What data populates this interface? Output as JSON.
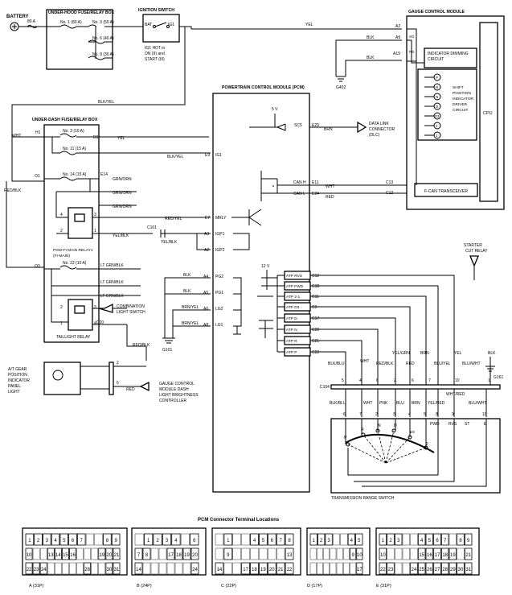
{
  "components": {
    "battery": "BATTERY",
    "under_hood_box": "UNDER-HOOD FUSE/RELAY BOX",
    "ignition_switch": "IGNITION SWITCH",
    "ig1_note": [
      "IG1 HOT in",
      "ON (II) and",
      "START (III)"
    ],
    "under_dash_box": "UNDER-DASH FUSE/RELAY BOX",
    "pcm": "POWERTRAIN CONTROL MODULE (PCM)",
    "gauge_module": "GAUGE CONTROL MODULE",
    "indicator_dimming": [
      "INDICATOR DIMMING",
      "CIRCUIT"
    ],
    "shift_indicator": [
      "SHIFT",
      "POSITION",
      "INDICATOR",
      "DRIVER",
      "CIRCUIT"
    ],
    "cpu": "CPU",
    "fcan": "F-CAN TRANSCEIVER",
    "dlc": [
      "DATA LINK",
      "CONNECTOR",
      "(DLC)"
    ],
    "pgm_fi_relay": [
      "PGM-FI MAIN RELAY1",
      "(FI-MAIN)"
    ],
    "combination_switch": [
      "COMBINATION",
      "LIGHT SWITCH"
    ],
    "taillight_relay": "TAILLIGHT RELAY",
    "starter_relay": [
      "STARTER",
      "CUT RELAY"
    ],
    "at_panel": [
      "A/T GEAR",
      "POSITION",
      "INDICATOR",
      "PANEL",
      "LIGHT"
    ],
    "gauge_dash": [
      "GAUGE CONTROL",
      "MODULE DASH",
      "LIGHT BRIGHTNESS",
      "CONTROLLER"
    ],
    "trs": "TRANSMISSION RANGE SWITCH",
    "bat_label": "BAT",
    "ig1_label": "IG1",
    "fuse_80": "80 A",
    "volt_5": "5 V",
    "volt_12": "12 V"
  },
  "fuses_hood": [
    "No. 1 (80 A)",
    "No. 3 (50 A)",
    "No. 6 (40 A)",
    "No. 9 (30 A)"
  ],
  "fuses_dash": [
    "No. 3 (10 A)",
    "No. 11 (15 A)",
    "No. 14 (15 A)",
    "No. 22 (10 A)"
  ],
  "grounds": [
    "G402",
    "G101",
    "G161"
  ],
  "connector": "C101",
  "connector_c104": "C104",
  "wires": {
    "yel": "YEL",
    "blk": "BLK",
    "blkyel": "BLK/YEL",
    "wht": "WHT",
    "redblk": "RED/BLK",
    "grnorn": "GRN/ORN",
    "redyel": "RED/YEL",
    "yelblk": "YEL/BLK",
    "ltgrnblk": "LT GRN/BLK",
    "brn": "BRN",
    "red": "RED",
    "brnyel": "BRN/YEL",
    "pnk": "PNK",
    "blu": "BLU",
    "yelred": "YEL/RED",
    "wht_red": "WHT/RED",
    "bluwht": "BLU/WHT",
    "blkblu": "BLK/BLU",
    "yelgrn": "YEL/GRN",
    "bluyel": "BLU/YEL"
  },
  "pcm_pins": {
    "sc5": "SC5",
    "e29": "E29",
    "ig1": "IG1",
    "e9": "E9",
    "canh": "CAN H",
    "e11": "E11",
    "canl": "CAN L",
    "e24": "E24",
    "mrly": "MRLY",
    "e7": "E7",
    "igp1": "IGP1",
    "a3": "A3",
    "igp2": "IGP2",
    "a2": "A2",
    "pg2": "PG2",
    "a4": "A4",
    "pg1": "PG1",
    "a5": "A5",
    "lg2": "LG2",
    "a6": "A6",
    "lg1": "LG1",
    "a8": "A8",
    "atprvs": "ATP RVS",
    "c12": "C12",
    "atpfwd": "ATP FWD",
    "c18": "C18",
    "atp21": "ATP 2-1",
    "c11": "C11",
    "atpd3": "ATP D3",
    "c9": "C9",
    "atpd": "ATP D",
    "c17": "C17",
    "atpn": "ATP N",
    "c20": "C20",
    "atpr": "ATP R",
    "c21": "C21",
    "atpp": "ATP P",
    "c22": "C22",
    "c13": "C13",
    "c12b": "C12"
  },
  "pins": {
    "a2": "A2",
    "a9": "A9",
    "a19": "A19",
    "sg": "SG",
    "pg": "PG",
    "h1": "H1",
    "o1": "O1",
    "o3": "O3",
    "e14": "E14",
    "d3": "D3",
    "d20": "D20"
  },
  "indicator_labels": [
    "P",
    "R",
    "N",
    "D",
    "D3",
    "2",
    "1"
  ],
  "trs_positions": [
    "P",
    "R",
    "N",
    "D",
    "D3",
    "2"
  ],
  "trs_top": [
    "PWD",
    "RVS",
    "ST",
    "E"
  ],
  "c104_top": [
    "5",
    "4",
    "6",
    "2",
    "6",
    "7",
    "10",
    "1"
  ],
  "c104_bot": [
    "6",
    "7",
    "2",
    "3",
    "4",
    "5",
    "8",
    "9",
    "10"
  ],
  "pcm_connector_title": "PCM Connector Terminal Locations",
  "pcm_connectors": [
    {
      "label": "A (31P)",
      "top": [
        "1",
        "2",
        "3",
        "4",
        "5",
        "6",
        "7",
        "",
        "",
        "8",
        "9"
      ],
      "mid": [
        "10",
        "",
        "",
        "13",
        "14",
        "15",
        "16",
        "",
        "",
        "",
        "19",
        "20",
        "21"
      ],
      "bot": [
        "22",
        "23",
        "24",
        "",
        "",
        "",
        "",
        "",
        "28",
        "",
        "",
        "30",
        "31"
      ]
    },
    {
      "label": "B (24P)",
      "top": [
        "",
        "1",
        "2",
        "3",
        "4",
        "",
        "6"
      ],
      "mid": [
        "7",
        "8",
        "",
        "",
        "17",
        "18",
        "19",
        "20"
      ],
      "bot": [
        "14",
        "",
        "",
        "",
        "",
        "",
        "",
        "24"
      ]
    },
    {
      "label": "C (22P)",
      "top": [
        "",
        "1",
        "",
        "",
        "4",
        "5",
        "6",
        "7",
        "8"
      ],
      "mid": [
        "",
        "9",
        "",
        "",
        "",
        "",
        "",
        "",
        "13"
      ],
      "bot": [
        "14",
        "",
        "",
        "17",
        "18",
        "19",
        "20",
        "21",
        "22"
      ]
    },
    {
      "label": "D (17P)",
      "top": [
        "1",
        "2",
        "3",
        "",
        "",
        "4",
        "5"
      ],
      "mid": [
        "",
        "",
        "",
        "",
        "",
        "",
        "9",
        "10"
      ],
      "bot": [
        "",
        "",
        "",
        "",
        "",
        "",
        "",
        "17"
      ]
    },
    {
      "label": "E (31P)",
      "top": [
        "1",
        "2",
        "3",
        "",
        "",
        "4",
        "5",
        "6",
        "7",
        "",
        "8",
        "9"
      ],
      "mid": [
        "10",
        "",
        "",
        "",
        "",
        "15",
        "16",
        "17",
        "18",
        "19",
        "",
        "21"
      ],
      "bot": [
        "22",
        "23",
        "",
        "",
        "24",
        "25",
        "26",
        "27",
        "28",
        "29",
        "30",
        "31"
      ]
    }
  ]
}
